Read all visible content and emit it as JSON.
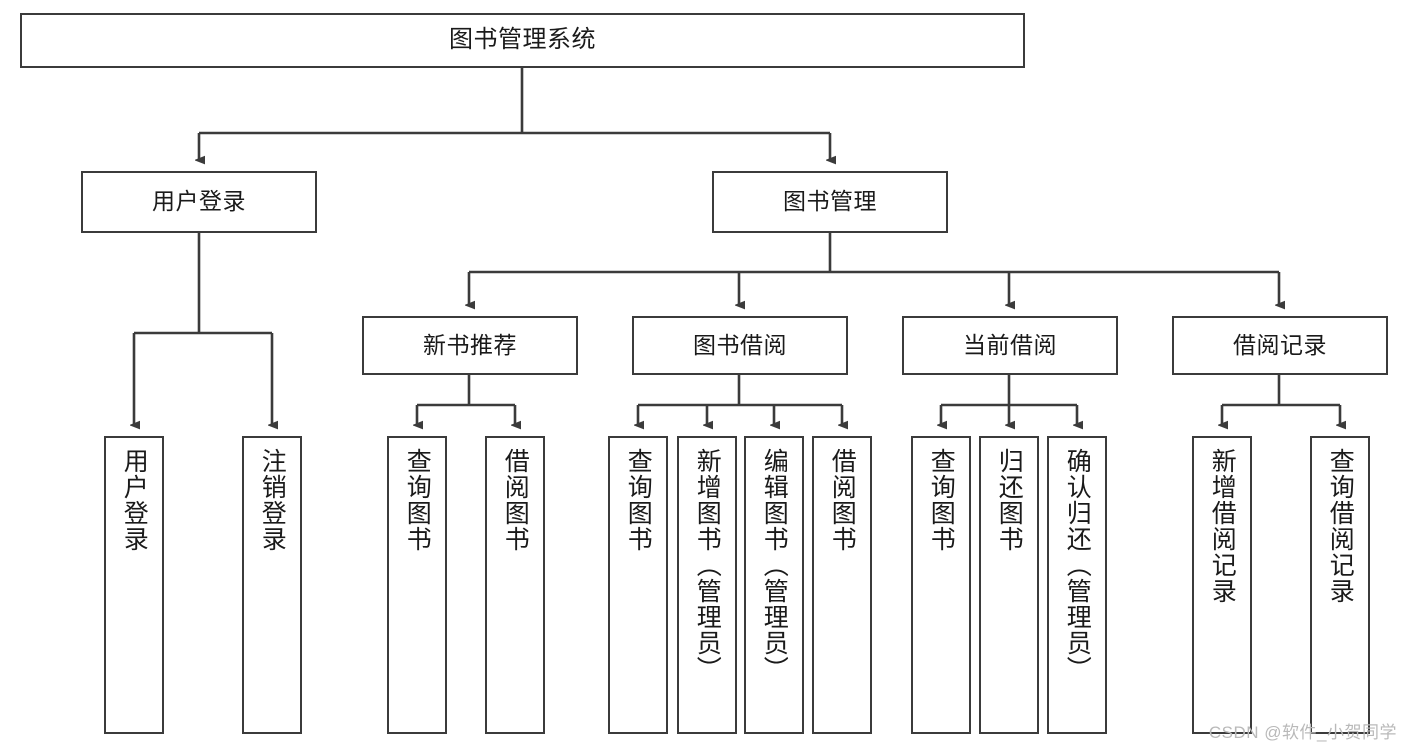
{
  "diagram": {
    "title_node": {
      "label": "图书管理系统"
    },
    "level2": [
      {
        "id": "user-login",
        "label": "用户登录"
      },
      {
        "id": "book-manage",
        "label": "图书管理"
      }
    ],
    "level3": [
      {
        "id": "new-book-recommend",
        "label": "新书推荐"
      },
      {
        "id": "book-borrow",
        "label": "图书借阅"
      },
      {
        "id": "current-borrow",
        "label": "当前借阅"
      },
      {
        "id": "borrow-record",
        "label": "借阅记录"
      }
    ],
    "leaves": [
      {
        "id": "leaf-user-login",
        "label": "用户登录",
        "parent": "user-login"
      },
      {
        "id": "leaf-logout",
        "label": "注销登录",
        "parent": "user-login"
      },
      {
        "id": "leaf-query-book-1",
        "label": "查询图书",
        "parent": "new-book-recommend"
      },
      {
        "id": "leaf-borrow-book-1",
        "label": "借阅图书",
        "parent": "new-book-recommend"
      },
      {
        "id": "leaf-query-book-2",
        "label": "查询图书",
        "parent": "book-borrow"
      },
      {
        "id": "leaf-add-book",
        "label": "新增图书（管理员）",
        "parent": "book-borrow"
      },
      {
        "id": "leaf-edit-book",
        "label": "编辑图书（管理员）",
        "parent": "book-borrow"
      },
      {
        "id": "leaf-borrow-book-2",
        "label": "借阅图书",
        "parent": "book-borrow"
      },
      {
        "id": "leaf-query-book-3",
        "label": "查询图书",
        "parent": "current-borrow"
      },
      {
        "id": "leaf-return-book",
        "label": "归还图书",
        "parent": "current-borrow"
      },
      {
        "id": "leaf-confirm-return",
        "label": "确认归还（管理员）",
        "parent": "current-borrow"
      },
      {
        "id": "leaf-add-record",
        "label": "新增借阅记录",
        "parent": "borrow-record"
      },
      {
        "id": "leaf-query-record",
        "label": "查询借阅记录",
        "parent": "borrow-record"
      }
    ],
    "watermark": "CSDN @软件_小贺同学",
    "colors": {
      "border": "#3b3b3b",
      "background": "#ffffff",
      "text": "#1a1a1a",
      "watermark": "#b9b9b9"
    }
  }
}
